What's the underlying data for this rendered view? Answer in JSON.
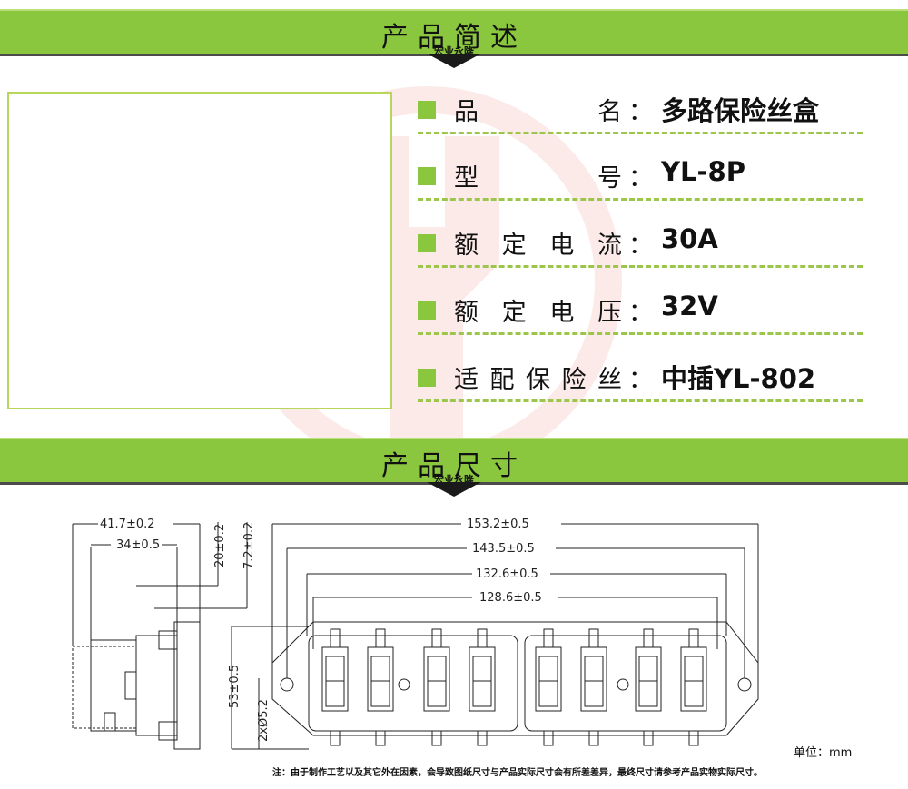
{
  "section1": {
    "title": "产品简述",
    "subtitle": "宏业永隆"
  },
  "specs": [
    {
      "label": [
        "品",
        "名"
      ],
      "value": "多路保险丝盒"
    },
    {
      "label": [
        "型",
        "号"
      ],
      "value": "YL-8P"
    },
    {
      "label": [
        "额",
        "定",
        "电",
        "流"
      ],
      "value": "30A"
    },
    {
      "label": [
        "额",
        "定",
        "电",
        "压"
      ],
      "value": "32V"
    },
    {
      "label": [
        "适",
        "配",
        "保",
        "险",
        "丝"
      ],
      "value": "中插YL-802"
    }
  ],
  "colon": "：",
  "section2": {
    "title": "产品尺寸",
    "subtitle": "宏业永隆"
  },
  "dimensions": {
    "overall_width": "153.2±0.5",
    "hole_span": "143.5±0.5",
    "inner_width": "132.6±0.5",
    "fuse_span": "128.6±0.5",
    "side_depth": "41.7±0.2",
    "side_body": "34±0.5",
    "height_20": "20±0.2",
    "height_7": "7.2±0.2",
    "height": "53±0.5",
    "holes": "2xØ5.2"
  },
  "unit": "单位：mm",
  "note": "注：由于制作工艺以及其它外在因素，会导致图纸尺寸与产品实际尺寸会有所差差异，最终尺寸请参考产品实物实际尺寸。",
  "colors": {
    "accent": "#8bc63f",
    "dark": "#1a1a1a",
    "dash": "#9cc54b"
  }
}
